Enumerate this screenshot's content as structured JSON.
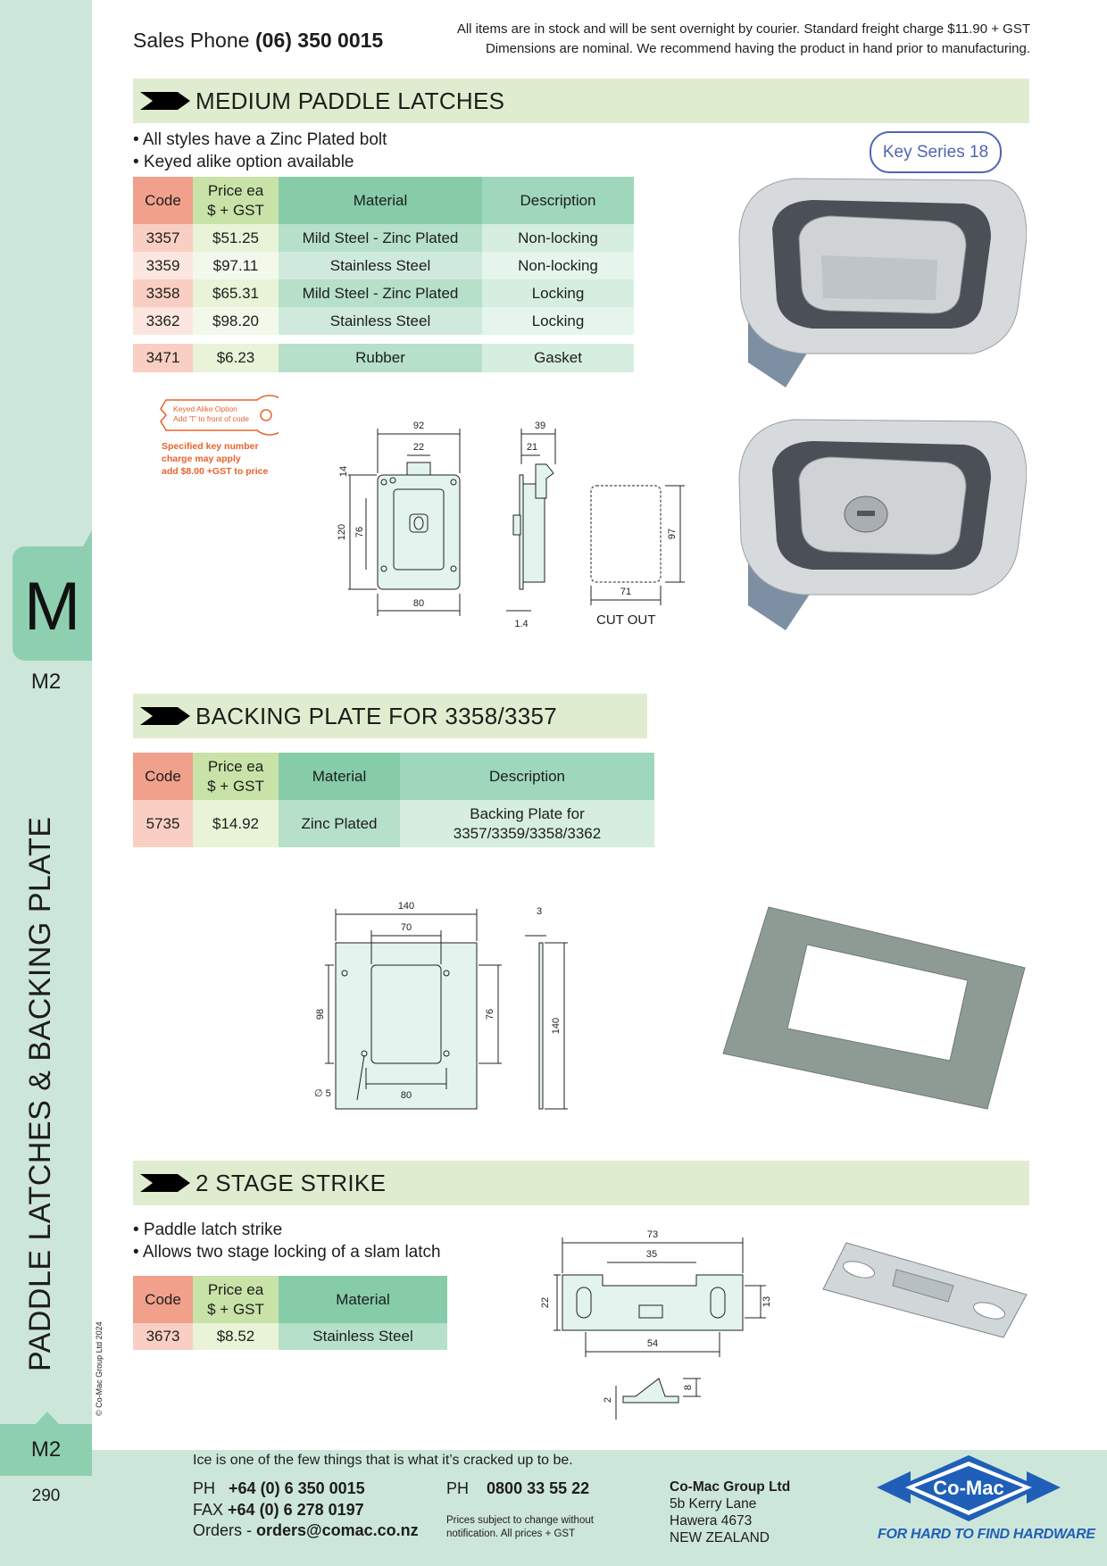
{
  "header": {
    "sales_label": "Sales Phone",
    "sales_phone": "(06) 350 0015",
    "note_line1": "All items are in stock and will be sent overnight by courier. Standard freight charge $11.90 + GST",
    "note_line2": "Dimensions are nominal. We recommend having the product in hand prior to manufacturing."
  },
  "sidebar": {
    "tab_letter": "M",
    "tab_code": "M2",
    "vertical_title": "PADDLE LATCHES & BACKING PLATE",
    "copyright": "© Co-Mac Group Ltd 2024",
    "bottom_code": "M2",
    "page_number": "290"
  },
  "section1": {
    "title": "MEDIUM PADDLE LATCHES",
    "bullets": [
      "• All styles have a Zinc Plated bolt",
      "• Keyed alike option available"
    ],
    "badge": "Key Series 18",
    "headers": {
      "code": "Code",
      "price1": "Price ea",
      "price2": "$ + GST",
      "material": "Material",
      "description": "Description"
    },
    "rows": [
      {
        "code": "3357",
        "price": "$51.25",
        "material": "Mild Steel - Zinc Plated",
        "description": "Non-locking"
      },
      {
        "code": "3359",
        "price": "$97.11",
        "material": "Stainless Steel",
        "description": "Non-locking"
      },
      {
        "code": "3358",
        "price": "$65.31",
        "material": "Mild Steel - Zinc Plated",
        "description": "Locking"
      },
      {
        "code": "3362",
        "price": "$98.20",
        "material": "Stainless Steel",
        "description": "Locking"
      }
    ],
    "extra_row": {
      "code": "3471",
      "price": "$6.23",
      "material": "Rubber",
      "description": "Gasket"
    },
    "key_tag_line1": "Keyed Alike Option",
    "key_tag_line2": "Add 'T' to front of code",
    "key_note": [
      "Specified key number",
      "charge may apply",
      "add $8.00 +GST to price"
    ],
    "dims": {
      "w92": "92",
      "w22": "22",
      "h14": "14",
      "h120": "120",
      "h76": "76",
      "w80": "80",
      "w39": "39",
      "w21": "21",
      "t14": "1.4",
      "h97": "97",
      "w71": "71"
    },
    "cutout_label": "CUT OUT"
  },
  "section2": {
    "title": "BACKING PLATE FOR 3358/3357",
    "headers": {
      "code": "Code",
      "price1": "Price ea",
      "price2": "$ + GST",
      "material": "Material",
      "description": "Description"
    },
    "row": {
      "code": "5735",
      "price": "$14.92",
      "material": "Zinc Plated",
      "description1": "Backing Plate for",
      "description2": "3357/3359/3358/3362"
    },
    "dims": {
      "w140": "140",
      "w70": "70",
      "t3": "3",
      "h98": "98",
      "h76": "76",
      "h140": "140",
      "d5": "∅ 5",
      "w80": "80"
    }
  },
  "section3": {
    "title": "2 STAGE STRIKE",
    "bullets": [
      "• Paddle latch strike",
      "• Allows two stage locking of a slam latch"
    ],
    "headers": {
      "code": "Code",
      "price1": "Price ea",
      "price2": "$ + GST",
      "material": "Material"
    },
    "row": {
      "code": "3673",
      "price": "$8.52",
      "material": "Stainless Steel"
    },
    "dims": {
      "w73": "73",
      "w35": "35",
      "h22": "22",
      "h13": "13",
      "w54": "54",
      "t2": "2",
      "h8": "8"
    }
  },
  "footer": {
    "slogan": "Ice is one of the few things that is what it’s cracked up to be.",
    "ph_label": "PH",
    "ph": "+64 (0) 6 350 0015",
    "fax_label": "FAX",
    "fax": "+64 (0) 6 278 0197",
    "orders_label": "Orders - ",
    "orders": "orders@comac.co.nz",
    "ph2_label": "PH",
    "ph2": "0800 33 55 22",
    "price_note1": "Prices subject to change without",
    "price_note2": "notification. All prices + GST",
    "company": "Co-Mac Group Ltd",
    "addr1": "5b Kerry Lane",
    "addr2": "Hawera 4673",
    "addr3": "NEW ZEALAND",
    "logo_text": "Co-Mac",
    "tagline": "FOR HARD TO FIND HARDWARE"
  },
  "colors": {
    "sidebar": "#cde6da",
    "tab": "#8ecfb0",
    "band": "#e0eccf",
    "code_header": "#f1a08c",
    "price_header": "#c9e2a8",
    "material_header": "#86cca9",
    "key_note": "#e8632c",
    "brand_blue": "#1f5fb8"
  }
}
